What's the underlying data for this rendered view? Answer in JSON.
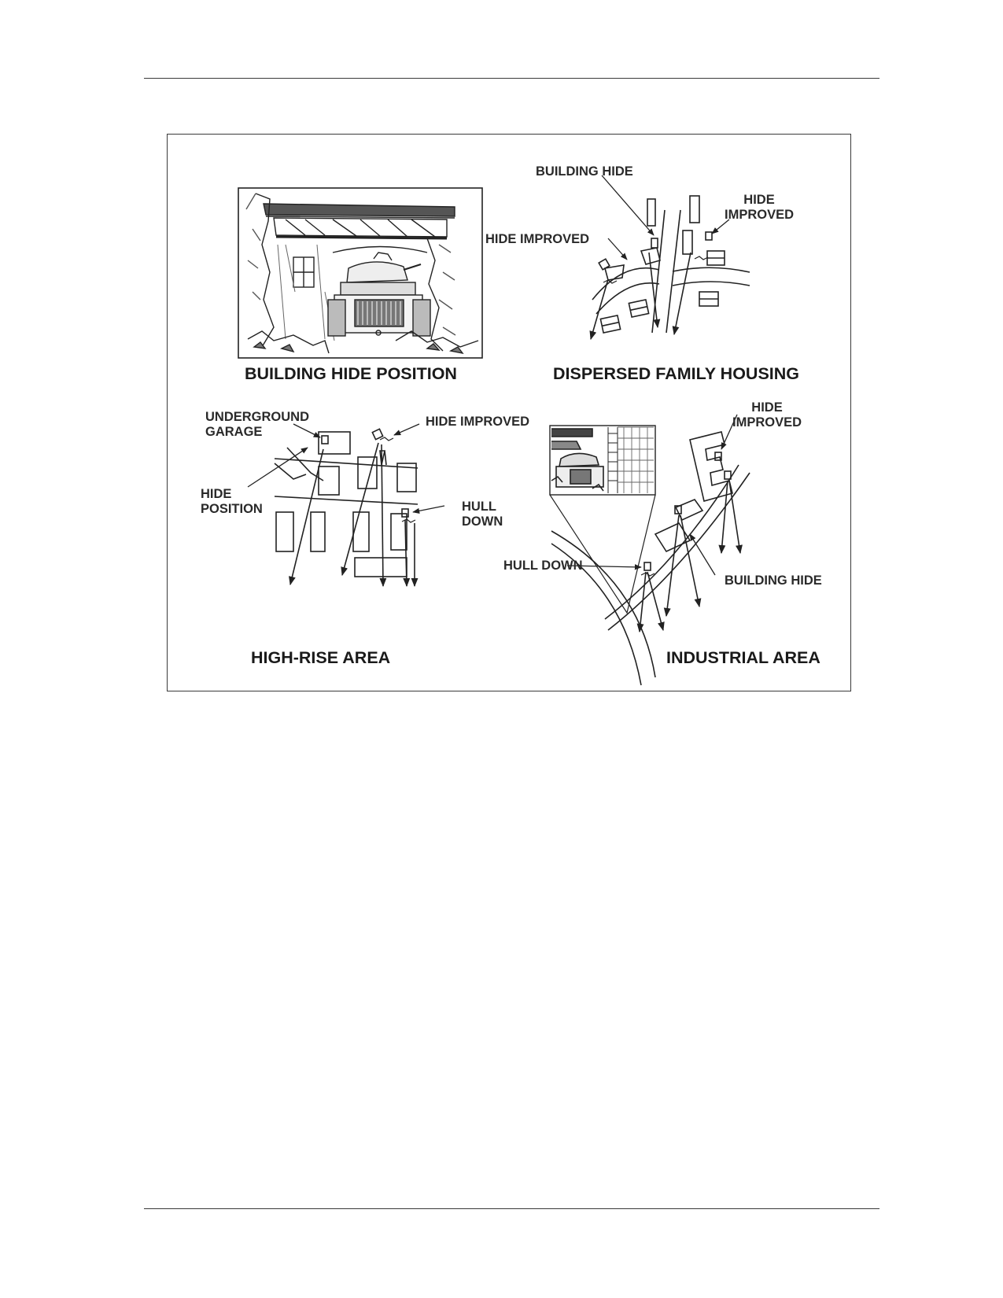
{
  "panels": {
    "building_hide": {
      "title": "BUILDING HIDE POSITION"
    },
    "dispersed": {
      "title": "DISPERSED FAMILY HOUSING",
      "labels": {
        "building_hide": "BUILDING HIDE",
        "hide_improved_left": "HIDE IMPROVED",
        "hide_improved_right": "HIDE\nIMPROVED"
      }
    },
    "highrise": {
      "title": "HIGH-RISE AREA",
      "labels": {
        "underground_garage": "UNDERGROUND\nGARAGE",
        "hide_improved": "HIDE IMPROVED",
        "hide_position": "HIDE\nPOSITION",
        "hull_down": "HULL\nDOWN"
      }
    },
    "industrial": {
      "title": "INDUSTRIAL AREA",
      "labels": {
        "hide_improved": "HIDE\nIMPROVED",
        "hull_down": "HULL DOWN",
        "building_hide": "BUILDING HIDE"
      }
    }
  }
}
